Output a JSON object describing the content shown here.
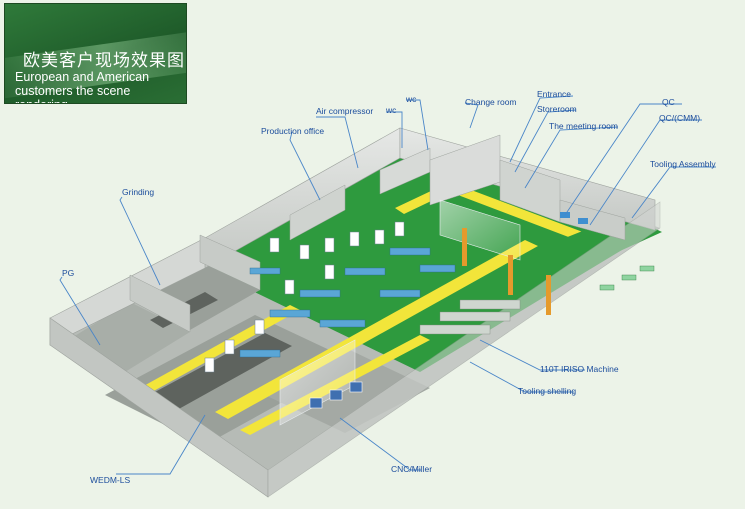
{
  "title": {
    "cn": "欧美客户现场效果图",
    "en_line1": "European and American",
    "en_line2": "customers the scene rendering"
  },
  "labels": {
    "air_compressor": "Air compressor",
    "wc1": "wc",
    "wc2": "wc",
    "change_room": "Change room",
    "entrance": "Entrance",
    "storeroom": "Storeroom",
    "meeting_room": "The meeting room",
    "qc": "QC",
    "qc_cmm": "QC/(CMM)",
    "tooling_assembly": "Tooling Assembly",
    "production_office": "Production office",
    "grinding": "Grinding",
    "pg": "PG",
    "machine_110t": "110T  IRISO Machine",
    "tooling_shelling": "Tooling shelling",
    "wedm_ls": "WEDM-LS",
    "cnc_miller": "CNC/Miller"
  },
  "colors": {
    "floor_green": "#2e9a3e",
    "wall_gray": "#c9cdc9",
    "stripe_yellow": "#f2e53a",
    "label_blue": "#1c4d9c",
    "leader_blue": "#4a86c8",
    "title_green": "#2a6e34",
    "background": "#ecf3e8"
  }
}
